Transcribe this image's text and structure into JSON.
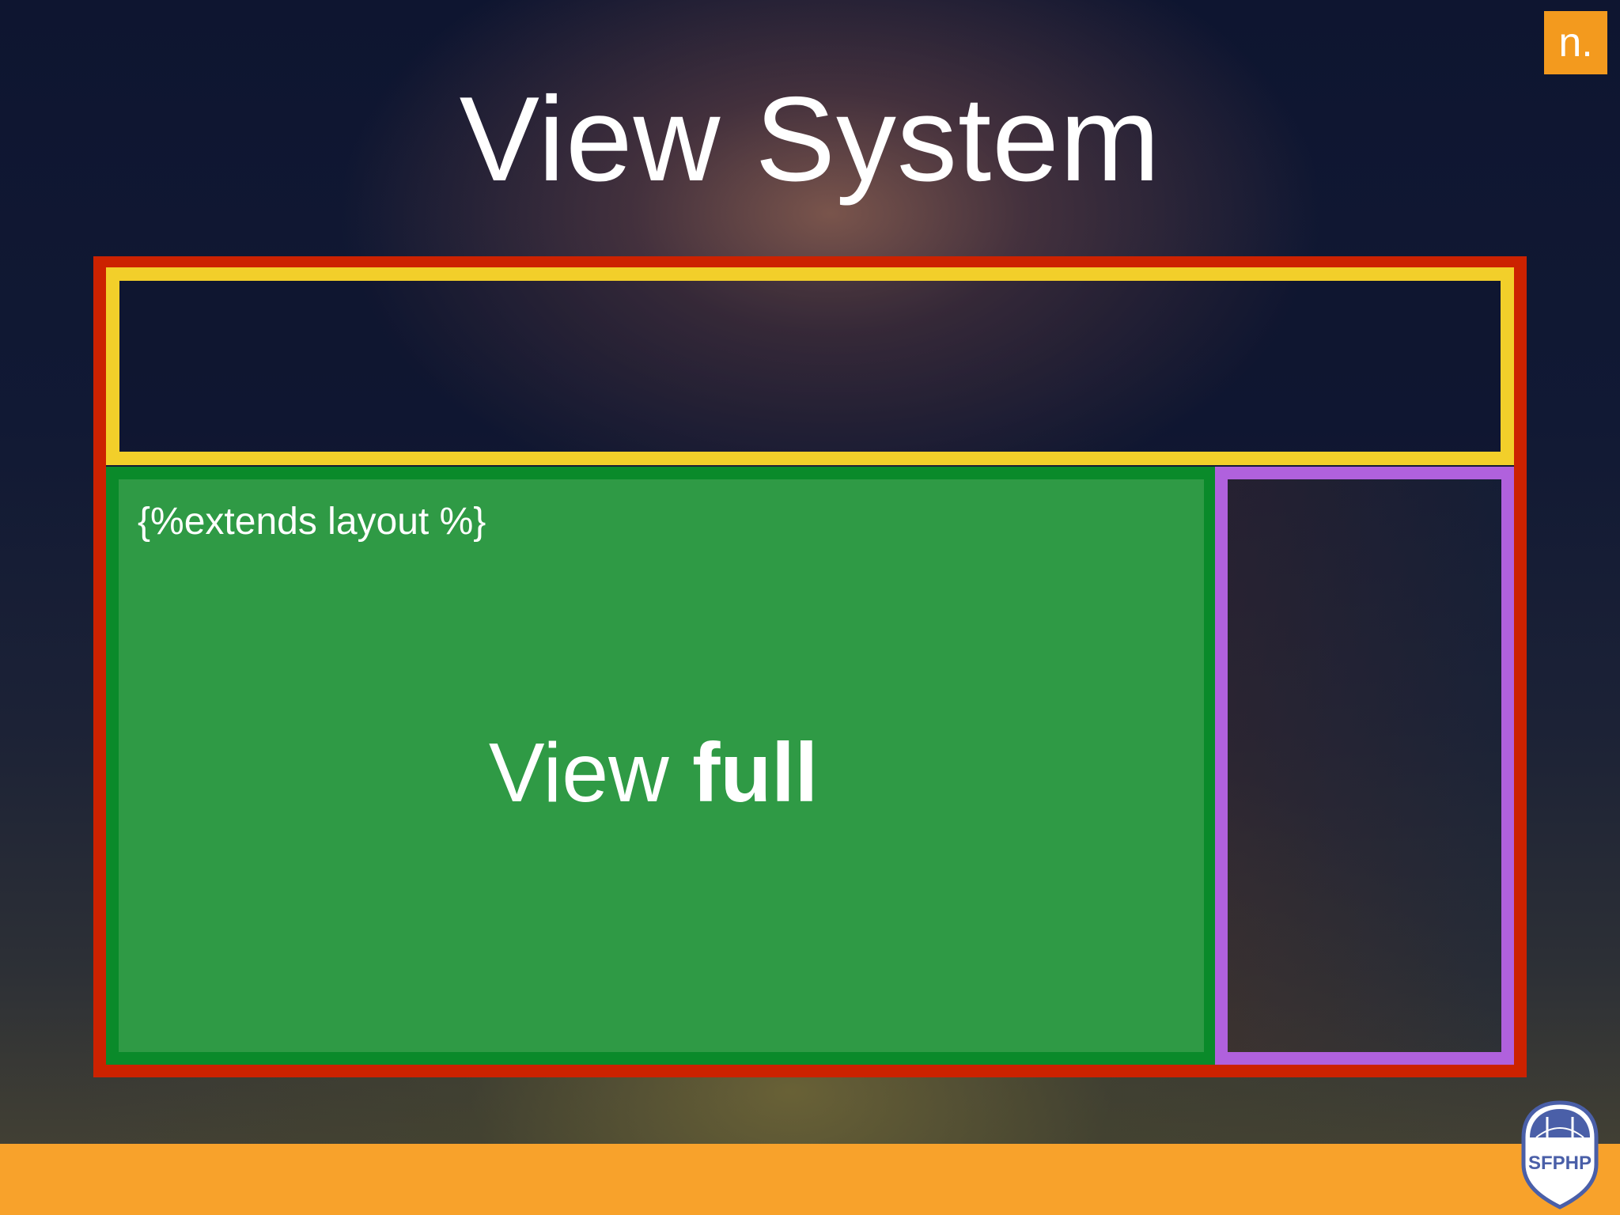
{
  "slide": {
    "title": "View System",
    "corner_logo_text": "n.",
    "content_region": {
      "extends_tag": "{%extends layout %}",
      "view_label_light": "View ",
      "view_label_bold": "full"
    },
    "badge_text": "SFPHP"
  },
  "colors": {
    "layout_frame": "#cc2200",
    "header_region": "#f2cf2a",
    "content_region_border": "#0a8a2a",
    "content_region_fill": "#2f9a45",
    "sidebar_region": "#b061dd",
    "bottom_bar": "#f8a22b",
    "corner_logo": "#f39a1e"
  },
  "icons": {
    "corner_logo": "n-logo-icon",
    "badge": "sfphp-shield-icon"
  }
}
